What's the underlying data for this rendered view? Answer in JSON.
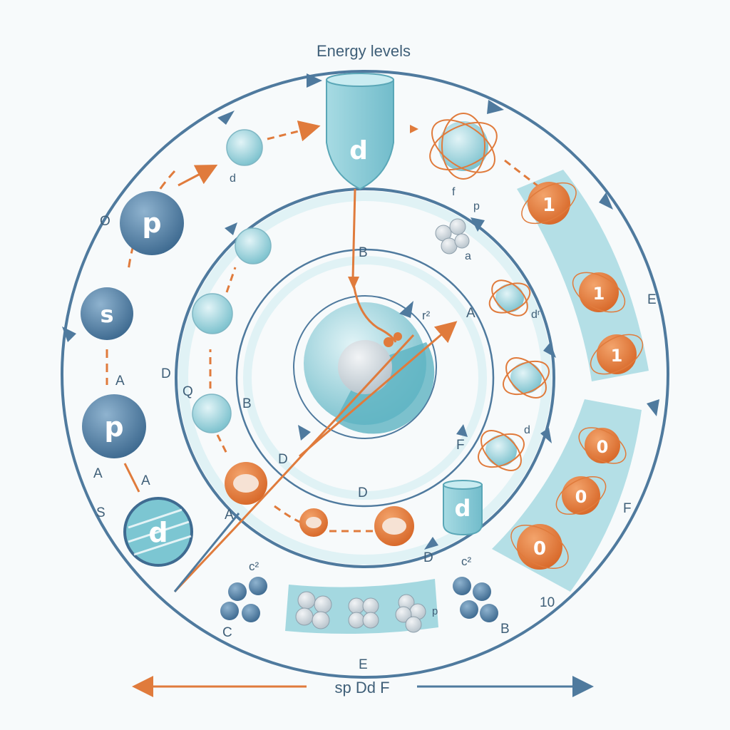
{
  "title": "Energy levels",
  "legend": "sp Dd F",
  "colors": {
    "ring": "#4f7a9e",
    "orange": "#e07b3c",
    "teal": "#7cc6d2",
    "pale": "#d6eef2",
    "dark_ball": "#4f7da3"
  },
  "orbital_labels": {
    "center_d": "d",
    "p_upper": "p",
    "s": "s",
    "p_lower": "p",
    "d_lower": "d",
    "d_beaker": "d"
  },
  "orange_numbers": {
    "n1": "1",
    "n2": "1",
    "n3": "1",
    "n4": "0",
    "n5": "0",
    "n6": "0"
  },
  "labels": {
    "O": "O",
    "S_outer": "S",
    "C": "C",
    "E_bottom": "E",
    "E_right": "E",
    "F_right": "F",
    "ten": "10",
    "B_lower_right": "B",
    "B_top": "B",
    "B_inner": "B",
    "D_left": "D",
    "D_inner": "D",
    "D_center": "D",
    "D_bottom": "D",
    "Q": "Q",
    "A_1": "A",
    "A_2": "A",
    "A_3": "A",
    "A_4": "A",
    "A_5": "A",
    "F_inner": "F",
    "d_small": "d",
    "f": "f",
    "p_small": "p",
    "a": "a",
    "dr": "dʳ",
    "r2": "r²",
    "c2_left": "c²",
    "c2_right": "c²",
    "d_right": "d",
    "p_bottom": "p"
  }
}
